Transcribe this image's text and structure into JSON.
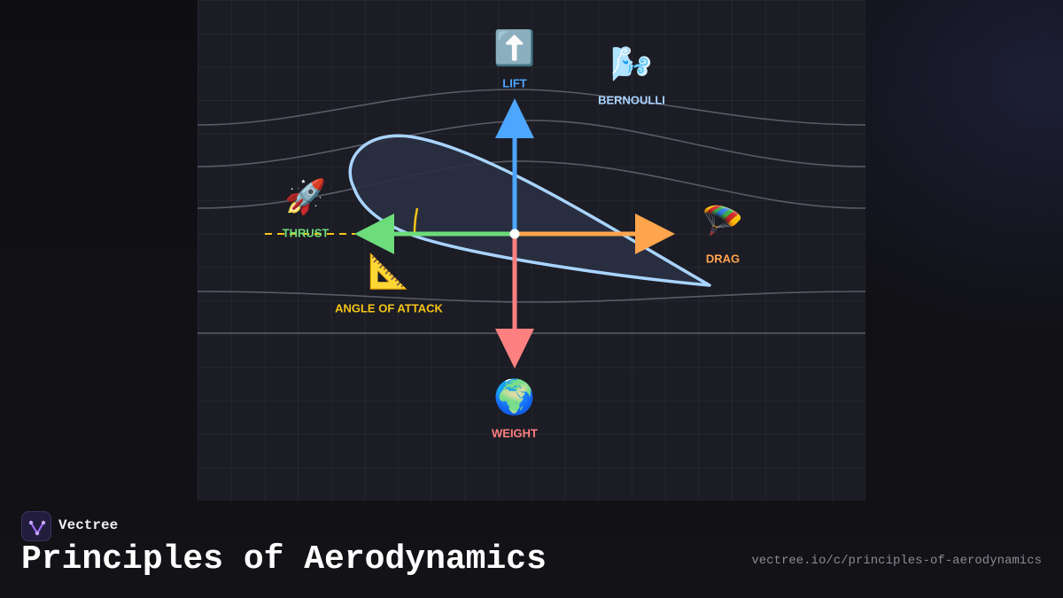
{
  "diagram": {
    "labels": {
      "lift": "LIFT",
      "bernoulli": "BERNOULLI",
      "thrust": "THRUST",
      "drag": "DRAG",
      "angle_of_attack": "ANGLE OF ATTACK",
      "weight": "WEIGHT"
    },
    "icons": {
      "lift": "up-arrow-icon",
      "bernoulli": "wind-icon",
      "thrust": "rocket-icon",
      "drag": "parachute-icon",
      "angle_of_attack": "triangle-ruler-icon",
      "weight": "earth-globe-icon"
    },
    "emoji": {
      "lift": "⬆️",
      "bernoulli": "🌬️",
      "thrust": "🚀",
      "drag": "🪂",
      "angle_of_attack": "📐",
      "weight": "🌍"
    },
    "colors": {
      "lift": "#4da6ff",
      "bernoulli": "#a9d4ff",
      "thrust": "#6ddc7a",
      "drag": "#ffa64d",
      "angle_of_attack": "#f5c518",
      "weight": "#ff8080",
      "airfoil_stroke": "#a9d4ff",
      "airfoil_fill": "#2a3142"
    }
  },
  "footer": {
    "brand": "Vectree",
    "title": "Principles of Aerodynamics",
    "url": "vectree.io/c/principles-of-aerodynamics"
  }
}
